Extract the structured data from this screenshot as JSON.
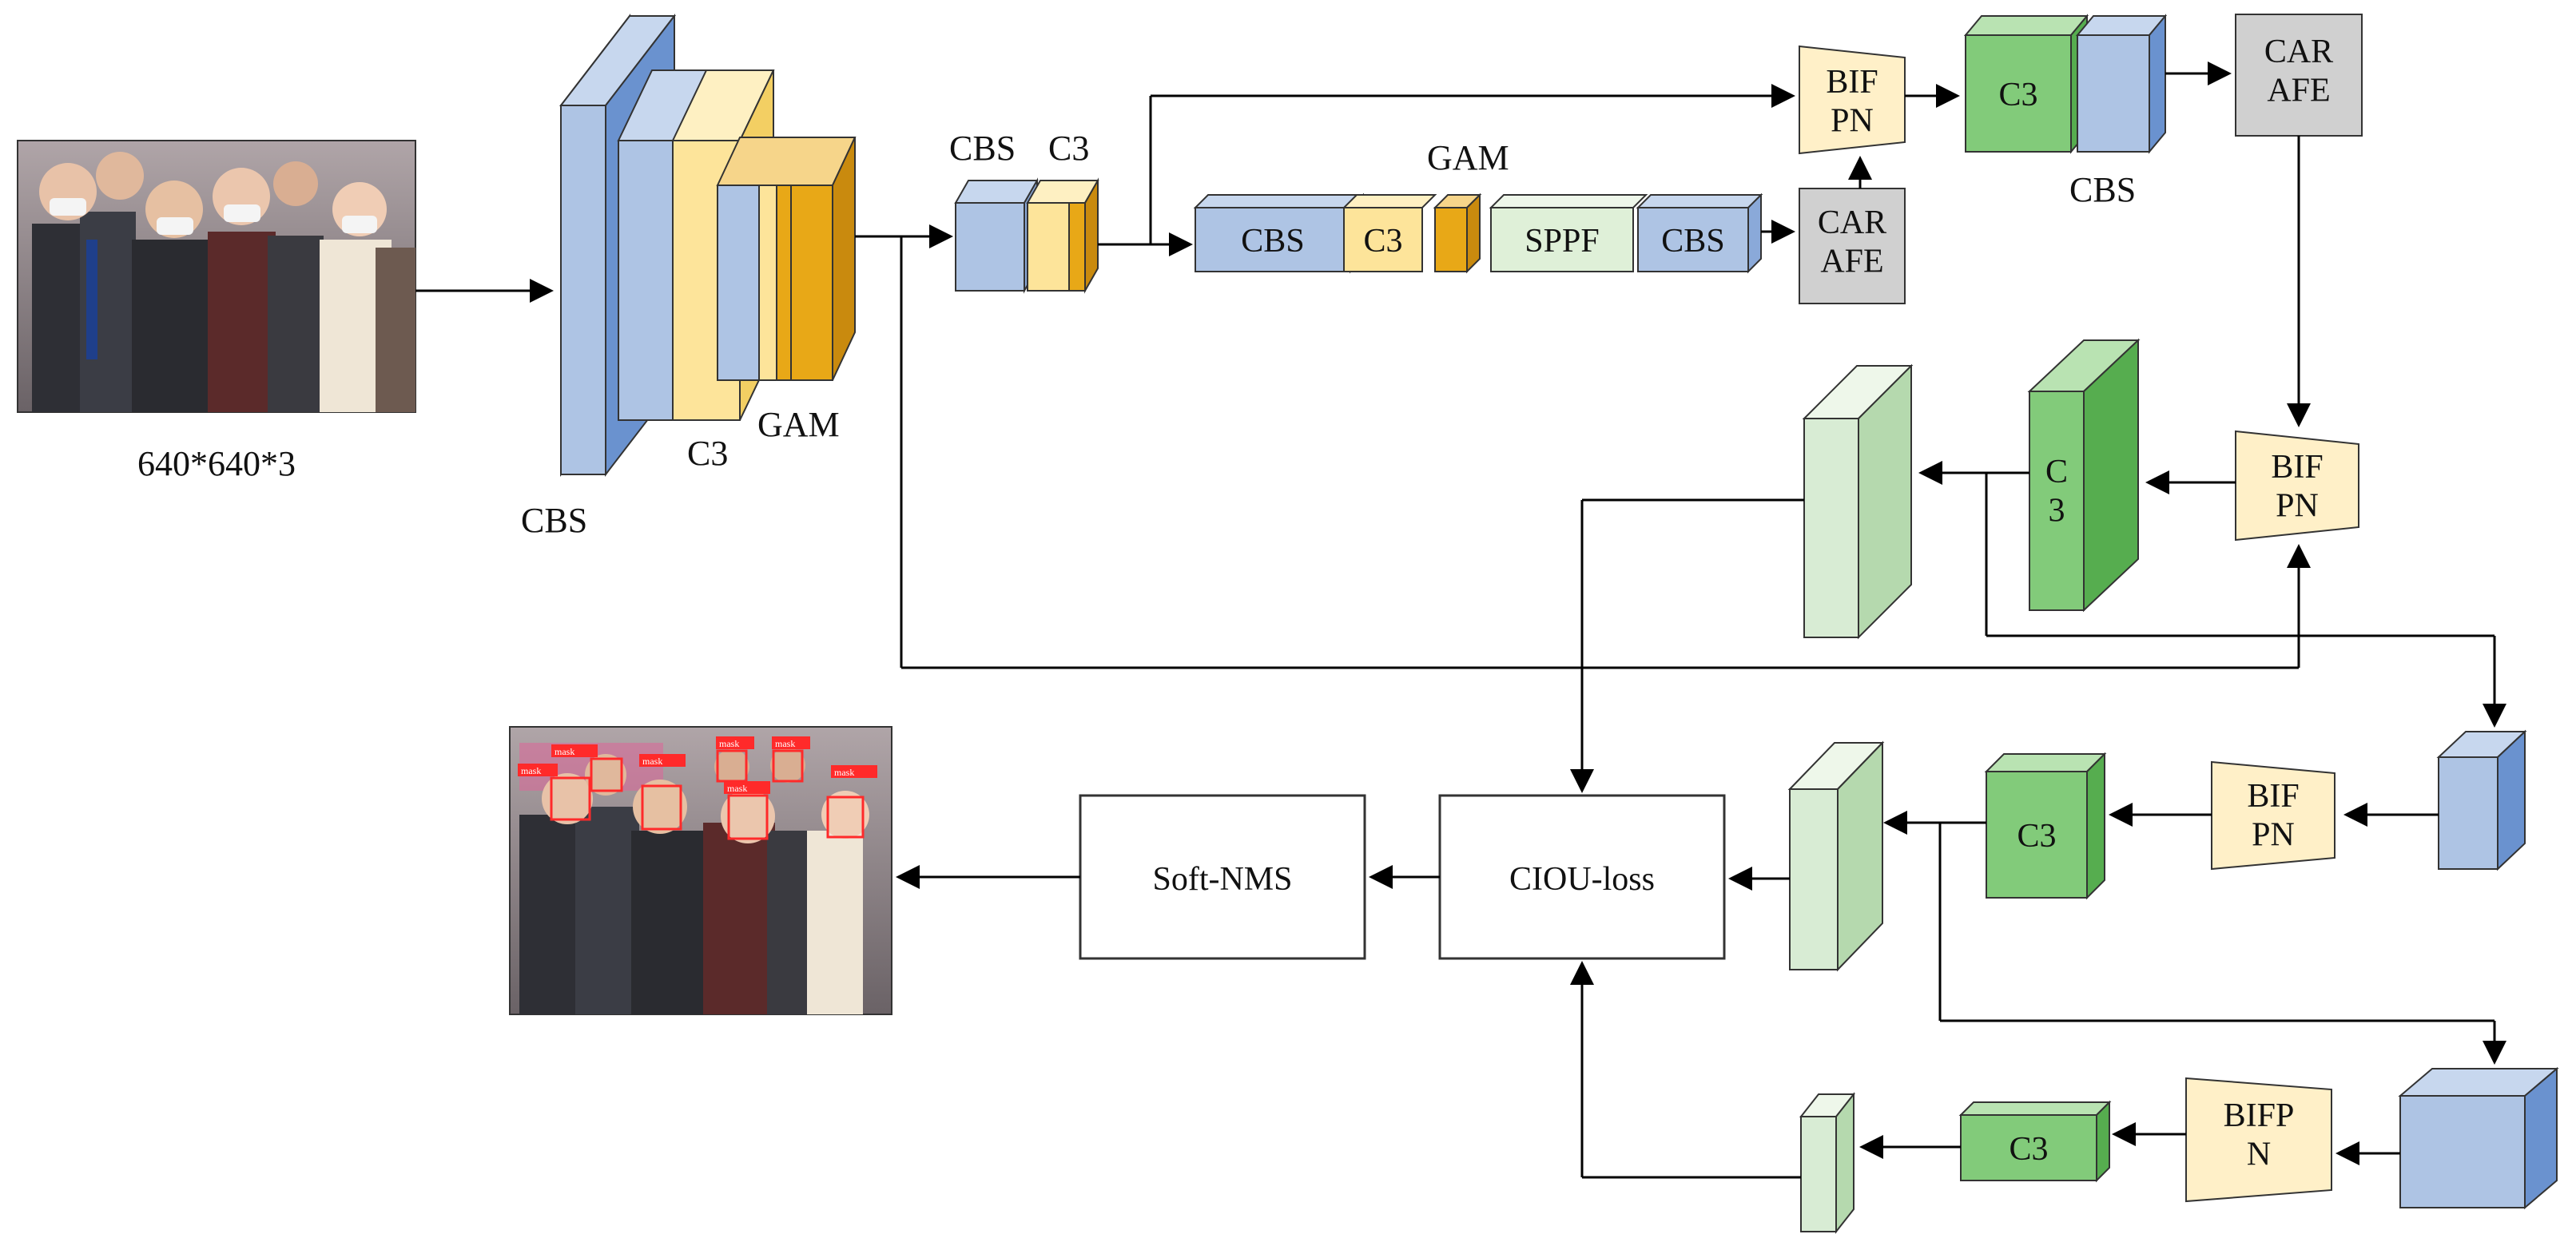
{
  "input": {
    "size_label": "640*640*3",
    "image": "photo-crowd-wearing-masks"
  },
  "output": {
    "image": "photo-crowd-with-detection-boxes",
    "detection_tag": "mask"
  },
  "backbone": {
    "cbs_label": "CBS",
    "c3_label": "C3",
    "gam_label": "GAM",
    "stage2_cbs_label": "CBS",
    "stage2_c3_label": "C3",
    "row_gam_label": "GAM",
    "row": {
      "cbs1": "CBS",
      "c3": "C3",
      "sppf": "SPPF",
      "cbs2": "CBS"
    }
  },
  "carafe": {
    "top": "CAR\nAFE",
    "mid": "CAR\nAFE"
  },
  "bifpn": {
    "top": "BIF\nPN",
    "right": "BIF\nPN",
    "mid": "BIF\nPN",
    "bottom": "BIFP\nN"
  },
  "neck": {
    "c3_top": "C3",
    "cbs_top_label": "CBS",
    "c3_vertical": "C\n3",
    "c3_mid": "C3",
    "c3_bottom": "C3"
  },
  "post": {
    "ciou": "CIOU-loss",
    "nms": "Soft-NMS"
  },
  "colors": {
    "cbs_blue": "#aec4e4",
    "cbs_blue_dark": "#6a92cf",
    "c3_yellow": "#fde49a",
    "gam_orange": "#e8a817",
    "sppf_green": "#dff0d8",
    "c3_green": "#82cb7a",
    "c3_green_dark": "#56ad4f",
    "head_green": "#d8ecd4",
    "carafe_gray": "#d0d0d0",
    "bifpn_cream": "#fff0c8"
  }
}
